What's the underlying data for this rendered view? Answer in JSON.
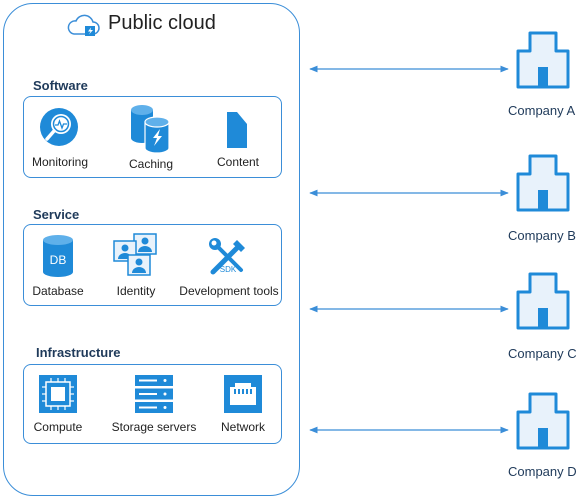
{
  "title": "Public cloud",
  "sections": {
    "software": {
      "title": "Software",
      "items": [
        "Monitoring",
        "Caching",
        "Content"
      ]
    },
    "service": {
      "title": "Service",
      "items": [
        "Database",
        "Identity",
        "Development tools"
      ],
      "db_glyph": "DB",
      "sdk_glyph": "SDK"
    },
    "infrastructure": {
      "title": "Infrastructure",
      "items": [
        "Compute",
        "Storage servers",
        "Network"
      ]
    }
  },
  "companies": [
    "Company A",
    "Company B",
    "Company C",
    "Company D"
  ],
  "colors": {
    "accent": "#3b8ed8",
    "icon_blue": "#1f8ad8",
    "icon_light": "#e8f2fb"
  }
}
